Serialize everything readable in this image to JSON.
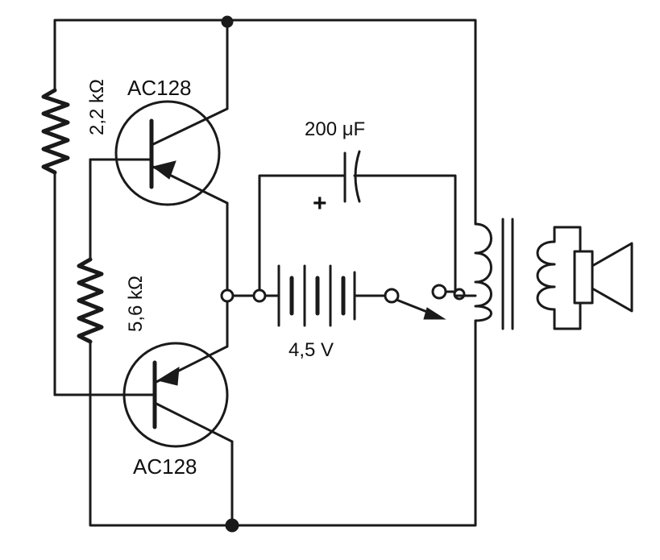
{
  "labels": {
    "r1_value": "2,2 kΩ",
    "r2_value": "5,6 kΩ",
    "q1_type": "AC128",
    "q2_type": "AC128",
    "capacitor_value": "200 μF",
    "capacitor_polarity": "+",
    "battery_voltage": "4,5 V"
  },
  "colors": {
    "ink": "#1a1a1a",
    "paper": "#ffffff"
  }
}
